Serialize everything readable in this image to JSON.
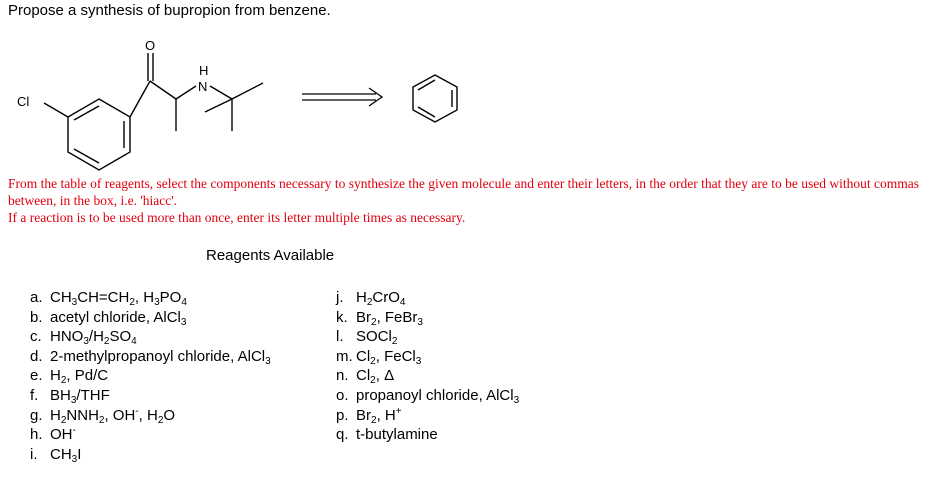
{
  "question": "Propose a synthesis of bupropion from benzene.",
  "scheme": {
    "atom_labels": {
      "chlorine": "Cl",
      "oxygen": "O",
      "nitrogen": "N",
      "hydrogen": "H"
    }
  },
  "instructions": {
    "line1": "From the table of reagents, select the components necessary to synthesize the given molecule and enter their letters, in the order that they are to be used without commas between, in the box, i.e. 'hiacc'.",
    "line2": "If a reaction is to be used more than once, enter its letter multiple times as necessary."
  },
  "reagents_title": "Reagents Available",
  "reagents": [
    {
      "letter": "a.",
      "text": "CH3CH=CH2, H3PO4"
    },
    {
      "letter": "b.",
      "text": "acetyl chloride, AlCl3"
    },
    {
      "letter": "c.",
      "text": "HNO3/H2SO4"
    },
    {
      "letter": "d.",
      "text": "2-methylpropanoyl chloride, AlCl3"
    },
    {
      "letter": "e.",
      "text": "H2, Pd/C"
    },
    {
      "letter": "f.",
      "text": "BH3/THF"
    },
    {
      "letter": "g.",
      "text": "H2NNH2, OH-, H2O"
    },
    {
      "letter": "h.",
      "text": "OH-"
    },
    {
      "letter": "i.",
      "text": "CH3I"
    },
    {
      "letter": "j.",
      "text": "H2CrO4"
    },
    {
      "letter": "k.",
      "text": "Br2, FeBr3"
    },
    {
      "letter": "l.",
      "text": "SOCl2"
    },
    {
      "letter": "m.",
      "text": "Cl2, FeCl3"
    },
    {
      "letter": "n.",
      "text": "Cl2, Δ"
    },
    {
      "letter": "o.",
      "text": "propanoyl chloride, AlCl3"
    },
    {
      "letter": "p.",
      "text": "Br2, H+"
    },
    {
      "letter": "q.",
      "text": "t-butylamine"
    }
  ]
}
